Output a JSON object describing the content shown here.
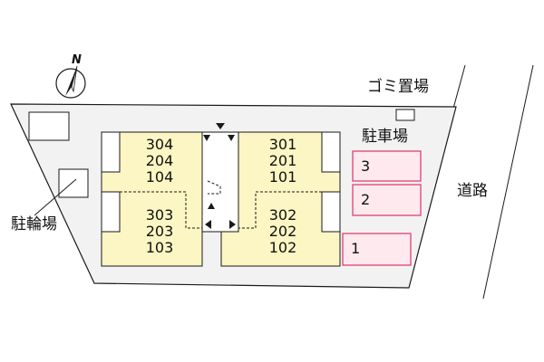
{
  "compass": {
    "label": "N",
    "icon": "north-arrow-icon"
  },
  "labels": {
    "garbage": "ゴミ置場",
    "parking": "駐車場",
    "bicycle": "駐輪場",
    "road": "道路"
  },
  "units": [
    {
      "floors": [
        "304",
        "204",
        "104"
      ]
    },
    {
      "floors": [
        "301",
        "201",
        "101"
      ]
    },
    {
      "floors": [
        "303",
        "203",
        "103"
      ]
    },
    {
      "floors": [
        "302",
        "202",
        "102"
      ]
    }
  ],
  "parking_spaces": [
    "3",
    "2",
    "1"
  ],
  "colors": {
    "building_fill": "#fbf6c3",
    "parking_stroke": "#e0316a",
    "parking_fill": "#fde9ee",
    "line": "#1a1a1a"
  }
}
